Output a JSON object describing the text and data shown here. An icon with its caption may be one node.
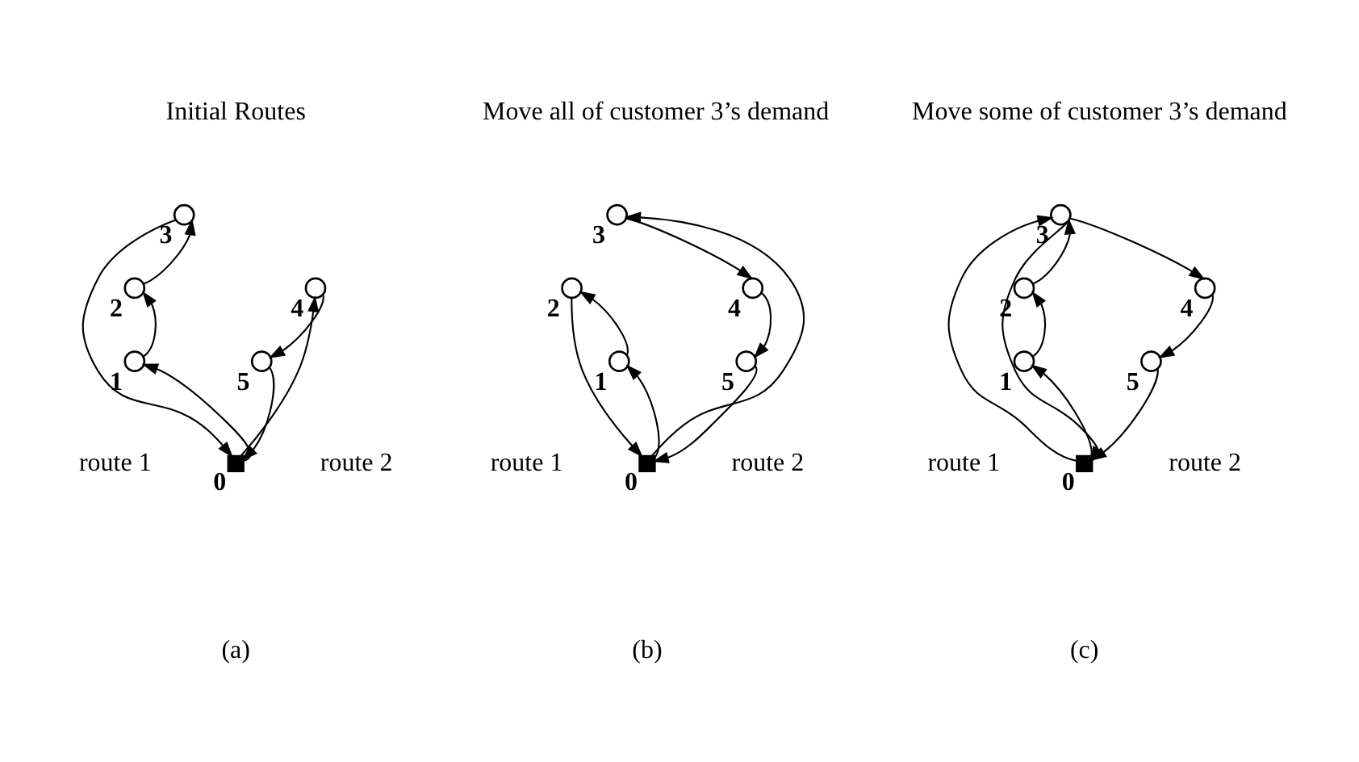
{
  "diagram": {
    "nodes": [
      {
        "text": [],
        "shape": "circle",
        "beside": [
          "1"
        ]
      },
      {
        "text": [],
        "shape": "circle",
        "beside": [
          "2"
        ]
      },
      {
        "text": [],
        "shape": "circle",
        "beside": [
          "3"
        ]
      },
      {
        "text": [],
        "shape": "circle",
        "beside": [
          "4"
        ]
      },
      {
        "text": [],
        "shape": "circle",
        "beside": [
          "5"
        ]
      },
      {
        "text": [],
        "shape": "box",
        "beside": [
          "0"
        ]
      },
      {
        "text": [],
        "shape": "circle",
        "beside": [
          "1"
        ]
      },
      {
        "text": [],
        "shape": "circle",
        "beside": [
          "2"
        ]
      },
      {
        "text": [],
        "shape": "circle",
        "beside": [
          "3"
        ]
      },
      {
        "text": [],
        "shape": "circle",
        "beside": [
          "4"
        ]
      },
      {
        "text": [],
        "shape": "circle",
        "beside": [
          "5"
        ]
      },
      {
        "text": [],
        "shape": "box",
        "beside": [
          "0"
        ]
      },
      {
        "text": [],
        "shape": "circle",
        "beside": [
          "1"
        ]
      },
      {
        "text": [],
        "shape": "circle",
        "beside": [
          "2"
        ]
      },
      {
        "text": [],
        "shape": "circle",
        "beside": [
          "3"
        ]
      },
      {
        "text": [],
        "shape": "circle",
        "beside": [
          "4"
        ]
      },
      {
        "text": [],
        "shape": "circle",
        "beside": [
          "5"
        ]
      },
      {
        "text": [],
        "shape": "box",
        "beside": [
          "0"
        ]
      }
    ],
    "edges": [
      {
        "from": 5,
        "to": 0,
        "arrow": "to"
      },
      {
        "from": 0,
        "to": 1,
        "arrow": "to"
      },
      {
        "from": 1,
        "to": 2,
        "arrow": "to"
      },
      {
        "from": 2,
        "to": 5,
        "arrow": "to"
      },
      {
        "from": 5,
        "to": 3,
        "arrow": "to"
      },
      {
        "from": 3,
        "to": 4,
        "arrow": "to"
      },
      {
        "from": 4,
        "to": 5,
        "arrow": "to"
      },
      {
        "from": 11,
        "to": 6,
        "arrow": "to"
      },
      {
        "from": 6,
        "to": 7,
        "arrow": "to"
      },
      {
        "from": 7,
        "to": 11,
        "arrow": "to"
      },
      {
        "from": 11,
        "to": 8,
        "arrow": "to"
      },
      {
        "from": 8,
        "to": 9,
        "arrow": "to"
      },
      {
        "from": 9,
        "to": 10,
        "arrow": "to"
      },
      {
        "from": 10,
        "to": 11,
        "arrow": "to"
      },
      {
        "from": 17,
        "to": 12,
        "arrow": "to"
      },
      {
        "from": 12,
        "to": 13,
        "arrow": "to"
      },
      {
        "from": 13,
        "to": 14,
        "arrow": "to"
      },
      {
        "from": 14,
        "to": 17,
        "arrow": "to"
      },
      {
        "from": 17,
        "to": 14,
        "arrow": "to"
      },
      {
        "from": 14,
        "to": 15,
        "arrow": "to"
      },
      {
        "from": 15,
        "to": 16,
        "arrow": "to"
      },
      {
        "from": 16,
        "to": 17,
        "arrow": "to"
      }
    ],
    "labels": [
      "Initial Routes",
      "Move all of customer 3’s demand",
      "Move some of customer 3’s demand",
      "route 1",
      "route 2",
      "route 1",
      "route 2",
      "route 1",
      "route 2",
      "(a)",
      "(b)",
      "(c)"
    ]
  }
}
